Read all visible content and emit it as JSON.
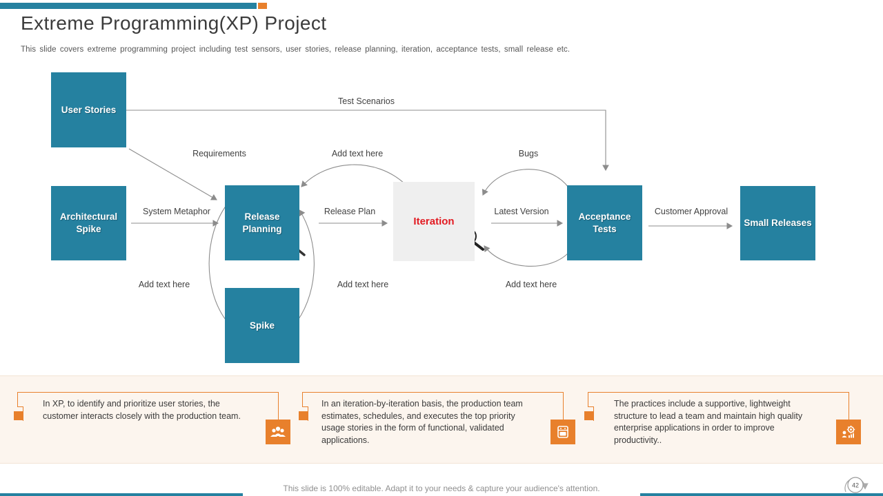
{
  "slide": {
    "title": "Extreme Programming(XP) Project",
    "subtitle": "This slide covers extreme programming project including test sensors, user stories, release planning, iteration, acceptance tests, small release etc.",
    "footer": "This slide is 100% editable. Adapt it to your needs & capture your audience's attention.",
    "page_number": "42"
  },
  "colors": {
    "teal": "#2581A0",
    "orange": "#E8802C",
    "iteration_text": "#E21B22",
    "iteration_bg": "#EFEFEF",
    "arrow_gray": "#8C8C8C",
    "strip_bg": "#FCF5EE"
  },
  "diagram": {
    "nodes": [
      {
        "id": "user-stories",
        "label": "User Stories"
      },
      {
        "id": "architectural-spike",
        "label": "Architectural Spike"
      },
      {
        "id": "release-planning",
        "label": "Release Planning"
      },
      {
        "id": "spike",
        "label": "Spike"
      },
      {
        "id": "iteration",
        "label": "Iteration"
      },
      {
        "id": "acceptance-tests",
        "label": "Acceptance Tests"
      },
      {
        "id": "small-releases",
        "label": "Small Releases"
      }
    ],
    "labels": {
      "test_scenarios": "Test Scenarios",
      "requirements": "Requirements",
      "add_text_top": "Add text here",
      "bugs": "Bugs",
      "system_metaphor": "System Metaphor",
      "release_plan": "Release Plan",
      "latest_version": "Latest Version",
      "customer_approval": "Customer Approval",
      "add_text_left": "Add text here",
      "add_text_mid": "Add text here",
      "add_text_right": "Add text here"
    },
    "icons": [
      "magnifier-icon",
      "magnifier-icon"
    ]
  },
  "notes": [
    {
      "icon": "group-icon",
      "text": "In XP, to identify and prioritize user stories, the customer interacts closely with the production team."
    },
    {
      "icon": "planner-icon",
      "text": "In an iteration-by-iteration basis, the production team estimates, schedules, and executes the top priority usage stories in the form of functional, validated applications."
    },
    {
      "icon": "productivity-icon",
      "text": "The practices include a supportive, lightweight structure to lead a team and maintain high quality enterprise applications in order to improve productivity.."
    }
  ]
}
